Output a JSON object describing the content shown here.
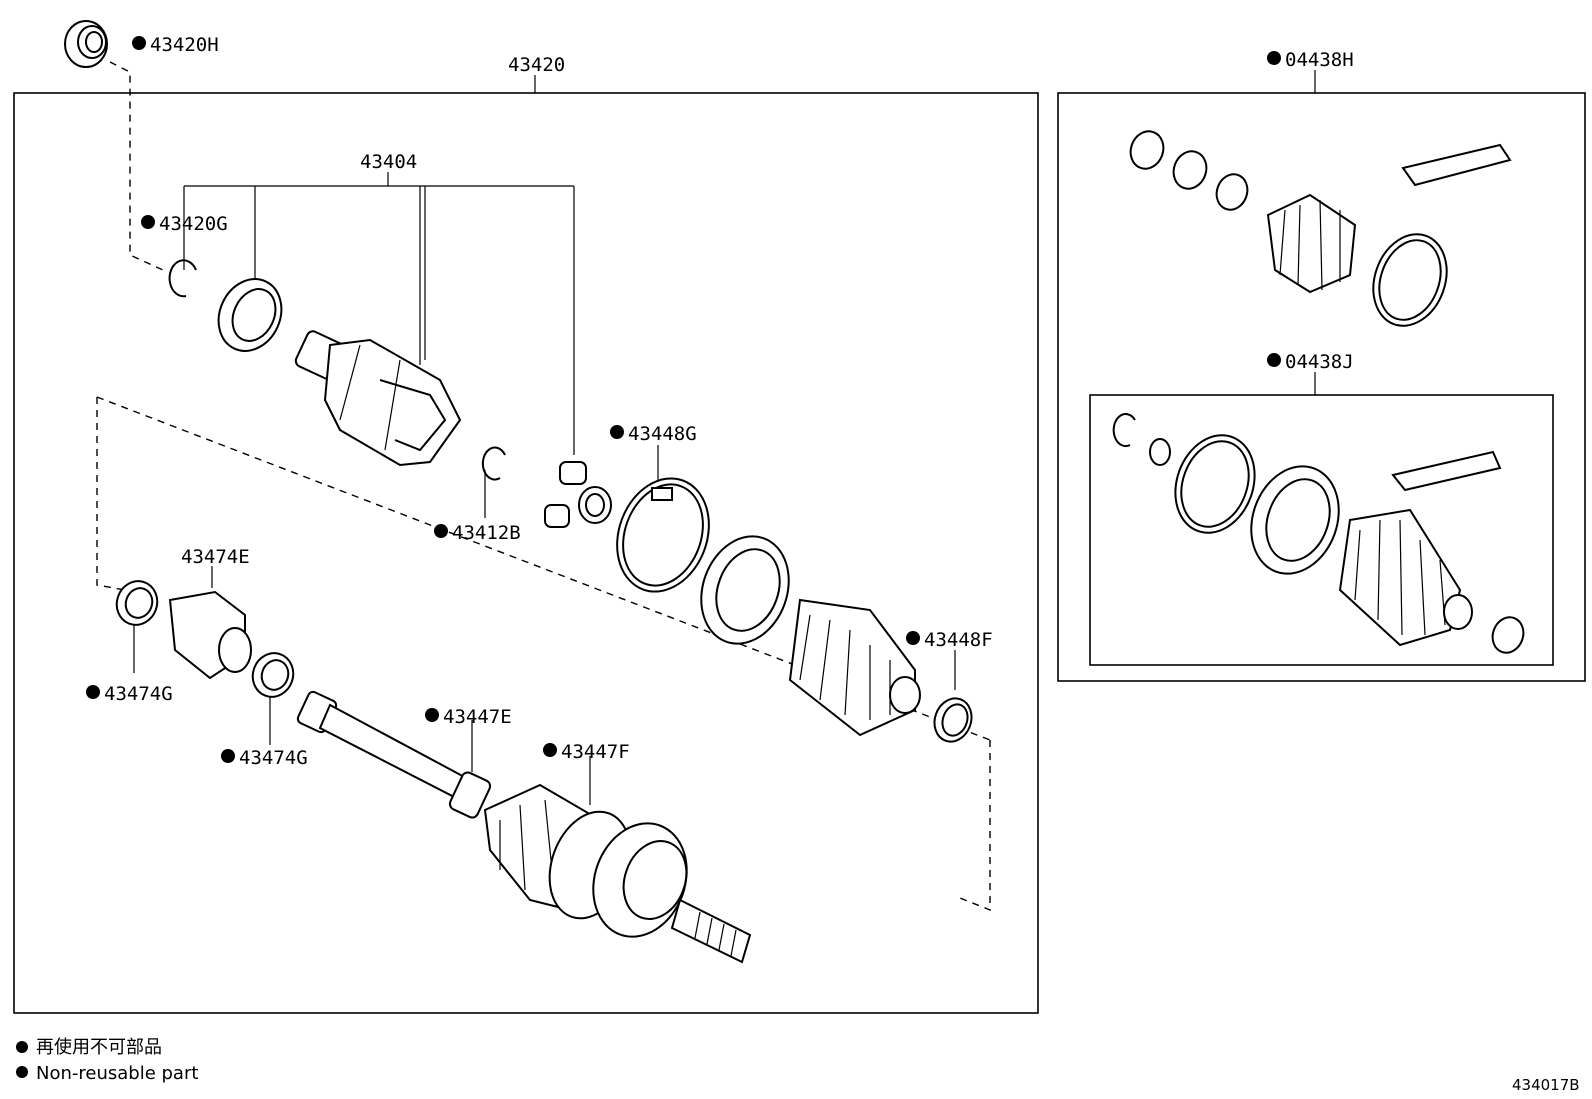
{
  "labels": {
    "p43420H": "43420H",
    "p43420": "43420",
    "p43404": "43404",
    "p43420G": "43420G",
    "p43412B": "43412B",
    "p43448G": "43448G",
    "p43474E": "43474E",
    "p43474G_a": "43474G",
    "p43474G_b": "43474G",
    "p43447E": "43447E",
    "p43447F": "43447F",
    "p43448F": "43448F",
    "p04438H": "04438H",
    "p04438J": "04438J"
  },
  "legend": {
    "line_cn": "再使用不可部品",
    "line_en": "Non-reusable part"
  },
  "reference_code": "434017B"
}
